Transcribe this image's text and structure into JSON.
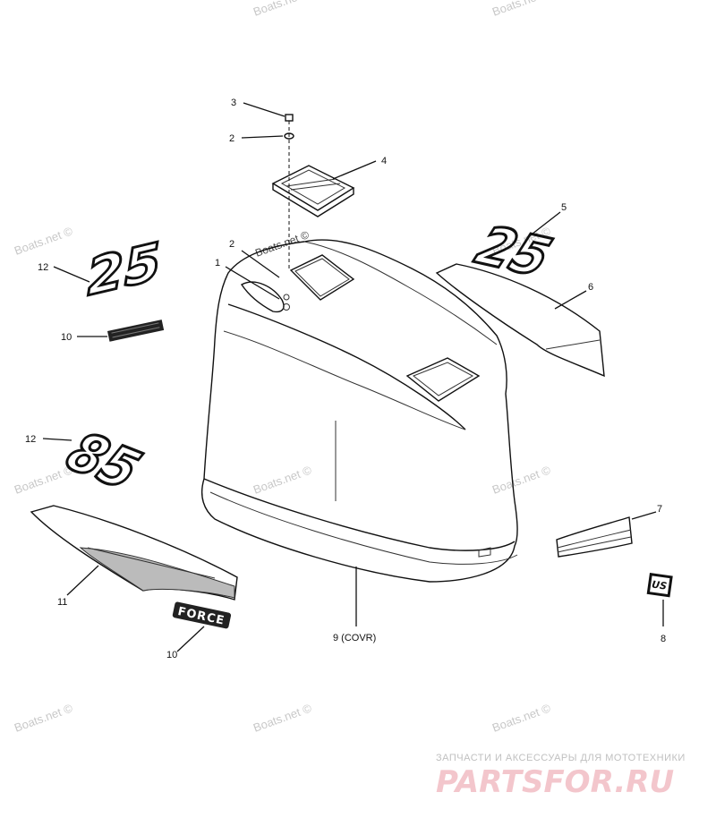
{
  "watermark": "Boats.net ©",
  "callouts": {
    "c1": "1",
    "c2a": "2",
    "c2b": "2",
    "c3": "3",
    "c4": "4",
    "c5": "5",
    "c6": "6",
    "c7": "7",
    "c8": "8",
    "c9": "9 (COVR)",
    "c10a": "10",
    "c10b": "10",
    "c11": "11",
    "c12a": "12",
    "c12b": "12"
  },
  "decals": {
    "num_25_left": "25",
    "num_25_right": "25",
    "num_85": "85",
    "force": "FORCE",
    "badge": "US"
  },
  "footer": {
    "tagline": "ЗАПЧАСТИ И АКСЕССУАРЫ ДЛЯ МОТОТЕХНИКИ",
    "logo": "PARTSFOR.RU"
  }
}
